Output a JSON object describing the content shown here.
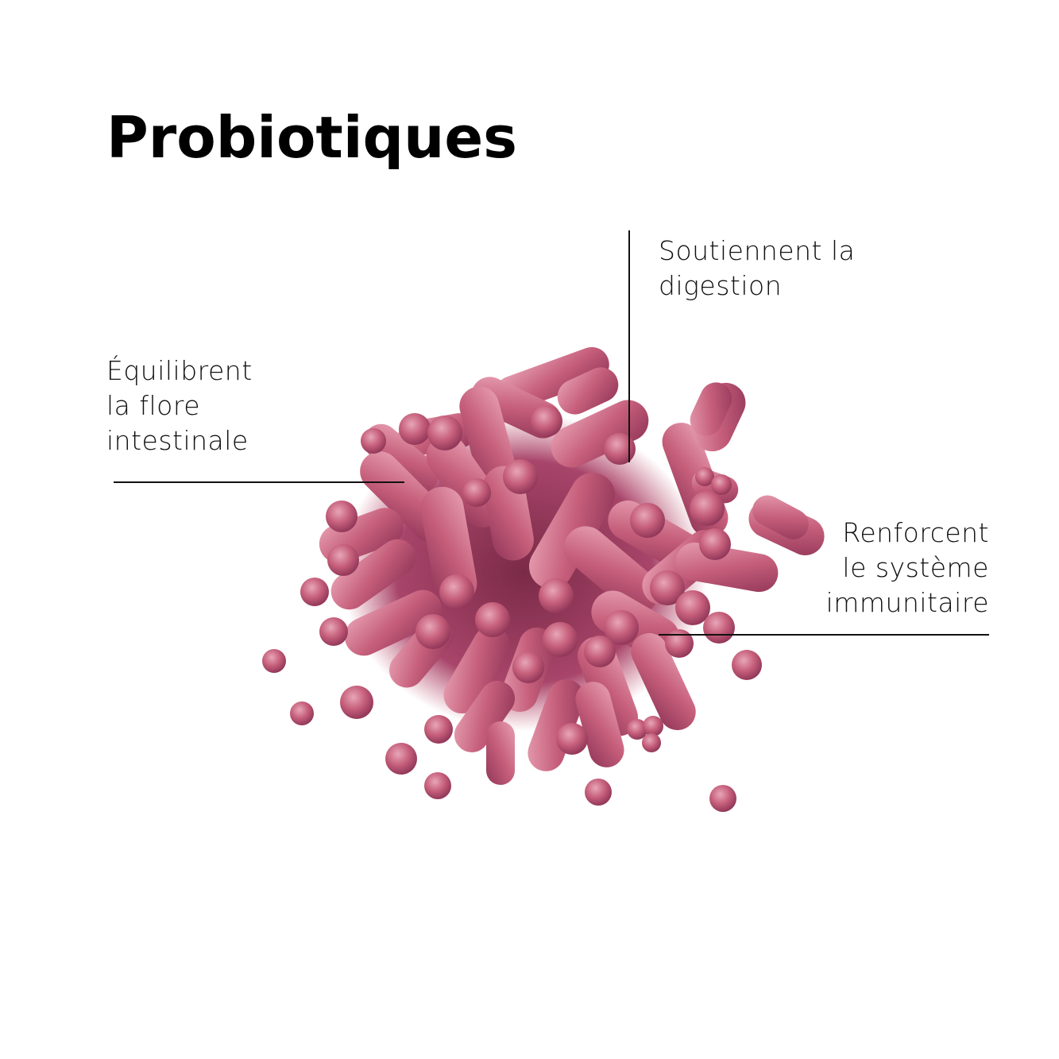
{
  "title": "Probiotiques",
  "benefits": [
    {
      "lines": [
        "Équilibrent",
        "la flore",
        "intestinale"
      ]
    },
    {
      "lines": [
        "Soutiennent la",
        "digestion"
      ]
    },
    {
      "lines": [
        "Renforcent",
        "le système",
        "immunitaire"
      ]
    }
  ],
  "illustration": {
    "subject": "probiotic-bacteria-cluster",
    "color": "#c25a77",
    "highlight": "#e79bb0",
    "shadow": "#8e3451"
  },
  "colors": {
    "background": "#ffffff",
    "text": "#000000",
    "leader_line": "#111111"
  }
}
